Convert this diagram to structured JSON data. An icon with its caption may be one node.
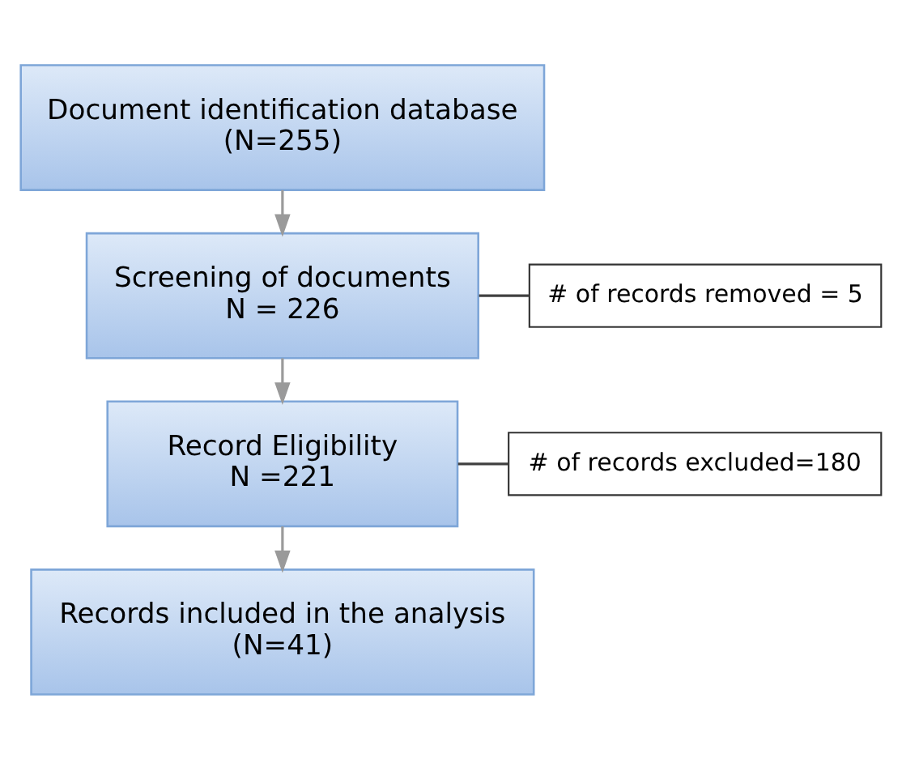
{
  "diagram": {
    "nodes": [
      {
        "text": [
          "Document identification database",
          "(N=255)"
        ]
      },
      {
        "text": [
          "Screening of documents",
          "N = 226"
        ]
      },
      {
        "text": [
          "# of records removed = 5"
        ]
      },
      {
        "text": [
          "Record Eligibility",
          "N =221"
        ]
      },
      {
        "text": [
          "# of records excluded=180"
        ]
      },
      {
        "text": [
          "Records included in the analysis",
          "(N=41)"
        ]
      }
    ],
    "edges": [
      {
        "from": 0,
        "to": 1,
        "arrow": "to"
      },
      {
        "from": 1,
        "to": 2,
        "arrow": "none",
        "color": "#404040"
      },
      {
        "from": 1,
        "to": 3,
        "arrow": "to"
      },
      {
        "from": 3,
        "to": 4,
        "arrow": "none",
        "color": "#404040"
      },
      {
        "from": 3,
        "to": 5,
        "arrow": "to"
      }
    ]
  }
}
